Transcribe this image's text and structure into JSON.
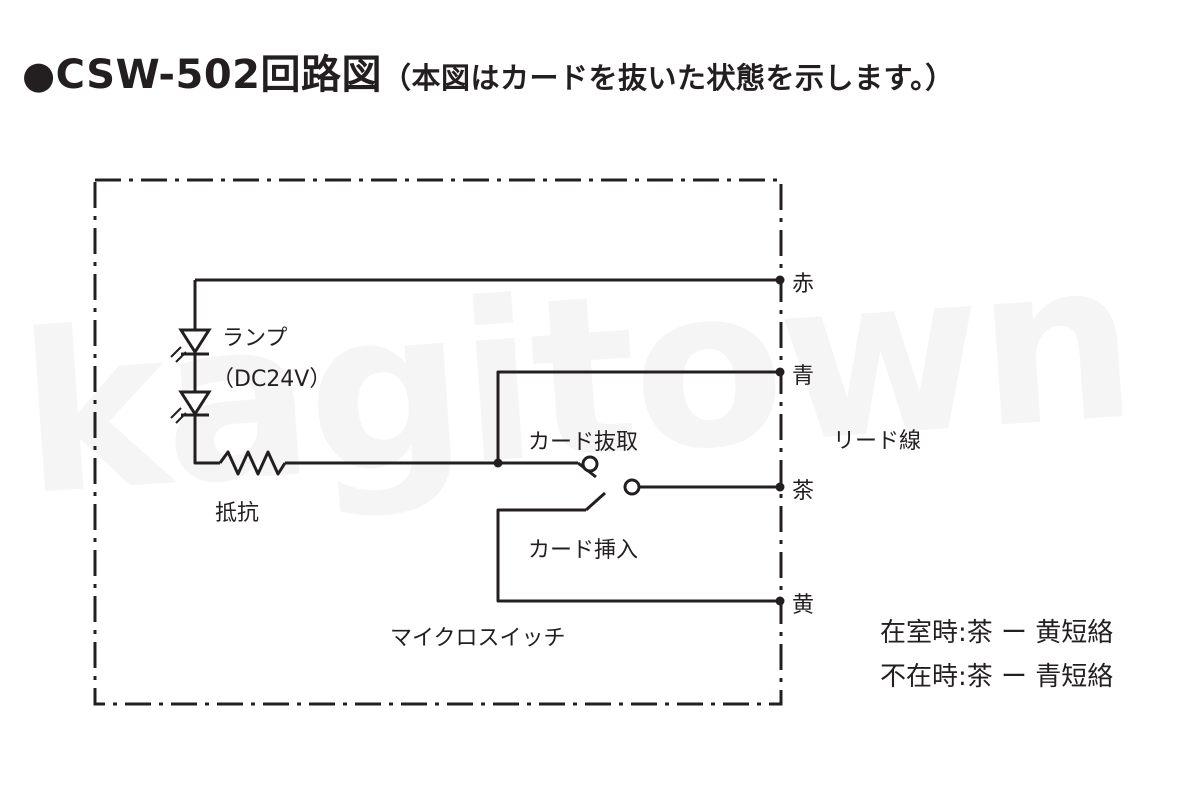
{
  "title": {
    "bullet": "●",
    "main": "CSW-502回路図",
    "note": "（本図はカードを抜いた状態を示します。）"
  },
  "components": {
    "lamp": "ランプ",
    "lamp_voltage": "（DC24V）",
    "resistor": "抵抗",
    "switch_removed": "カード抜取",
    "switch_inserted": "カード挿入",
    "micro_switch": "マイクロスイッチ"
  },
  "wires": {
    "red": "赤",
    "blue": "青",
    "brown": "茶",
    "yellow": "黄",
    "lead_wire": "リード線"
  },
  "notes": {
    "occupied": "在室時:茶 ー 黄短絡",
    "vacant": "不在時:茶 ー 青短絡"
  },
  "watermark": "kagitown"
}
